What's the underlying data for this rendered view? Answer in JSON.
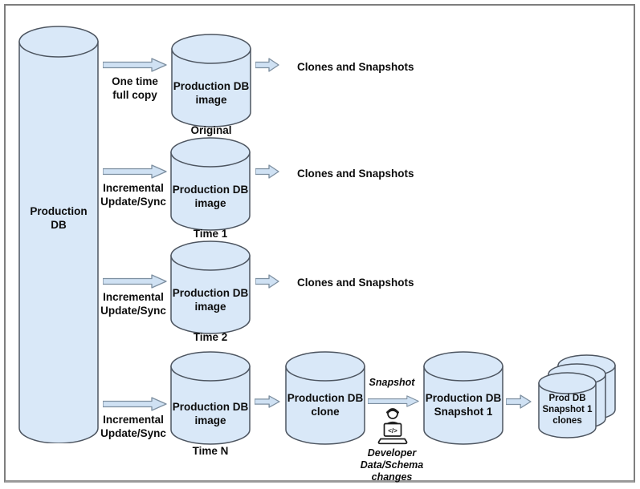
{
  "diagram": {
    "source": {
      "label": "Production\nDB"
    },
    "rows": [
      {
        "arrow_label": "One time\nfull copy",
        "cylinder_title": "Production DB\nimage",
        "cylinder_subtitle": "Original",
        "output_label": "Clones and Snapshots"
      },
      {
        "arrow_label": "Incremental\nUpdate/Sync",
        "cylinder_title": "Production DB\nimage",
        "cylinder_subtitle": "Time 1",
        "output_label": "Clones and Snapshots"
      },
      {
        "arrow_label": "Incremental\nUpdate/Sync",
        "cylinder_title": "Production DB\nimage",
        "cylinder_subtitle": "Time 2",
        "output_label": "Clones and Snapshots"
      },
      {
        "arrow_label": "Incremental\nUpdate/Sync",
        "cylinder_title": "Production DB\nimage",
        "cylinder_subtitle": "Time N"
      }
    ],
    "bottom_flow": {
      "clone_title": "Production DB\nclone",
      "snapshot_arrow_label": "Snapshot",
      "snapshot_title": "Production DB\nSnapshot 1",
      "clones_title": "Prod DB\nSnapshot 1\nclones",
      "developer_label": "Developer\nData/Schema\nchanges",
      "developer_icon_code": "</>"
    },
    "colors": {
      "cylinder_fill": "#d9e8f8",
      "cylinder_stroke": "#4d5560",
      "arrow_fill": "#cfe1f3",
      "arrow_stroke": "#7d8fa0"
    }
  }
}
